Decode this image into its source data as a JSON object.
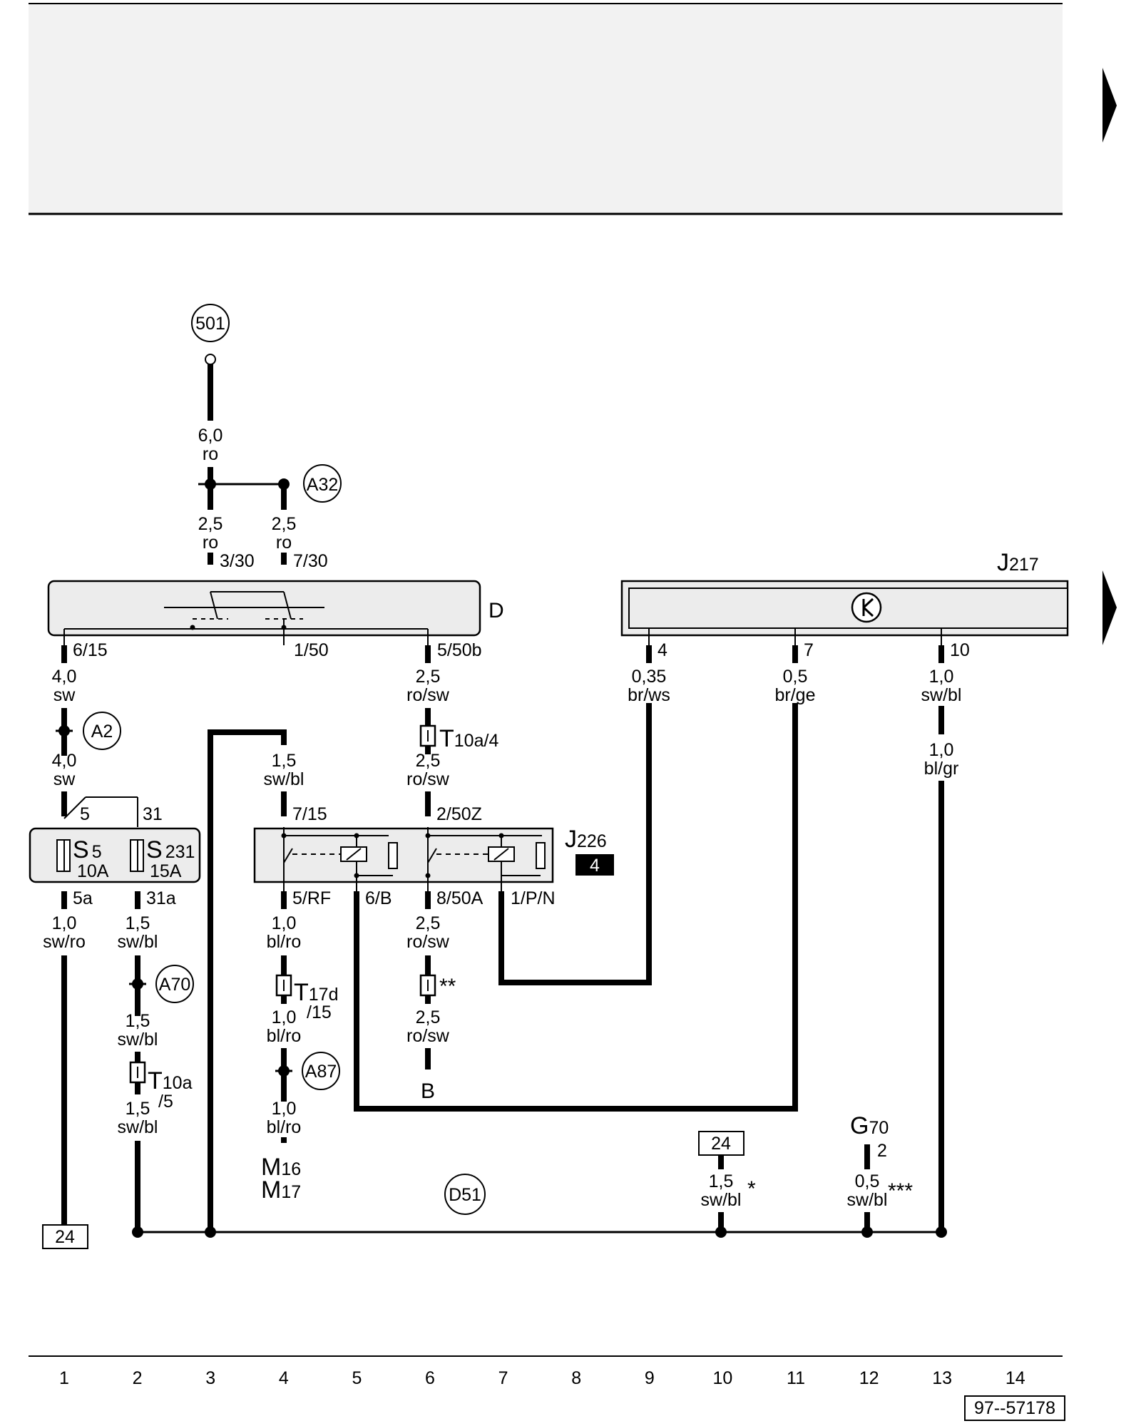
{
  "drawing_number": "97--57178",
  "columns": [
    "1",
    "2",
    "3",
    "4",
    "5",
    "6",
    "7",
    "8",
    "9",
    "10",
    "11",
    "12",
    "13",
    "14"
  ],
  "components": {
    "D": "D",
    "J217": {
      "letter": "J",
      "num": "217"
    },
    "J226": {
      "letter": "J",
      "num": "226",
      "badge": "4"
    },
    "S5": {
      "letter": "S",
      "num": "5",
      "rating": "10A"
    },
    "S231": {
      "letter": "S",
      "num": "231",
      "rating": "15A"
    },
    "M16": {
      "letter": "M",
      "num": "16"
    },
    "M17": {
      "letter": "M",
      "num": "17"
    },
    "G70": {
      "letter": "G",
      "num": "70",
      "pin": "2"
    },
    "B": "B"
  },
  "nodes": {
    "n501": "501",
    "A32": {
      "letter": "A",
      "num": "32"
    },
    "A2": {
      "letter": "A",
      "num": "2"
    },
    "A70": {
      "letter": "A",
      "num": "70"
    },
    "A87": {
      "letter": "A",
      "num": "87"
    },
    "D51": {
      "letter": "D",
      "num": "51"
    }
  },
  "refs": {
    "ref_left": "24",
    "ref_right": "24"
  },
  "pins": {
    "p3_30": "3/30",
    "p7_30": "7/30",
    "p6_15": "6/15",
    "p1_50": "1/50",
    "p5_50b": "5/50b",
    "p4": "4",
    "p7": "7",
    "p10": "10",
    "p5": "5",
    "p31": "31",
    "p5a": "5a",
    "p31a": "31a",
    "p7_15": "7/15",
    "p2_50z": "2/50Z",
    "p5_rf": "5/RF",
    "p6_b": "6/B",
    "p8_50a": "8/50A",
    "p1_pn": "1/P/N"
  },
  "connectors": {
    "T10a4": {
      "letter": "T",
      "num": "10a/4"
    },
    "T17d15": {
      "letter": "T",
      "num": "17d",
      "sub": "/15"
    },
    "T10a5": {
      "letter": "T",
      "num": "10a",
      "sub": "/5"
    },
    "dstar": "**"
  },
  "wires": {
    "w501": {
      "size": "6,0",
      "color": "ro"
    },
    "w330": {
      "size": "2,5",
      "color": "ro"
    },
    "w730": {
      "size": "2,5",
      "color": "ro"
    },
    "w615a": {
      "size": "4,0",
      "color": "sw"
    },
    "w615b": {
      "size": "4,0",
      "color": "sw"
    },
    "w550b": {
      "size": "2,5",
      "color": "ro/sw"
    },
    "w250z": {
      "size": "2,5",
      "color": "ro/sw"
    },
    "w715": {
      "size": "1,5",
      "color": "sw/bl"
    },
    "wJ4": {
      "size": "0,35",
      "color": "br/ws"
    },
    "wJ7": {
      "size": "0,5",
      "color": "br/ge"
    },
    "wJ10a": {
      "size": "1,0",
      "color": "sw/bl"
    },
    "wJ10b": {
      "size": "1,0",
      "color": "bl/gr"
    },
    "w5a": {
      "size": "1,0",
      "color": "sw/ro"
    },
    "w31a1": {
      "size": "1,5",
      "color": "sw/bl"
    },
    "w31a2": {
      "size": "1,5",
      "color": "sw/bl"
    },
    "w31a3": {
      "size": "1,5",
      "color": "sw/bl"
    },
    "wrf1": {
      "size": "1,0",
      "color": "bl/ro"
    },
    "wrf2": {
      "size": "1,0",
      "color": "bl/ro"
    },
    "wrf3": {
      "size": "1,0",
      "color": "bl/ro"
    },
    "w850a1": {
      "size": "2,5",
      "color": "ro/sw"
    },
    "w850a2": {
      "size": "2,5",
      "color": "ro/sw"
    },
    "w24": {
      "size": "1,5",
      "color": "sw/bl",
      "mark": "*"
    },
    "wG70": {
      "size": "0,5",
      "color": "sw/bl",
      "mark": "***"
    }
  },
  "colors": {
    "ink": "#000000",
    "component_fill": "#ececec",
    "header_fill": "#f2f2f2"
  }
}
